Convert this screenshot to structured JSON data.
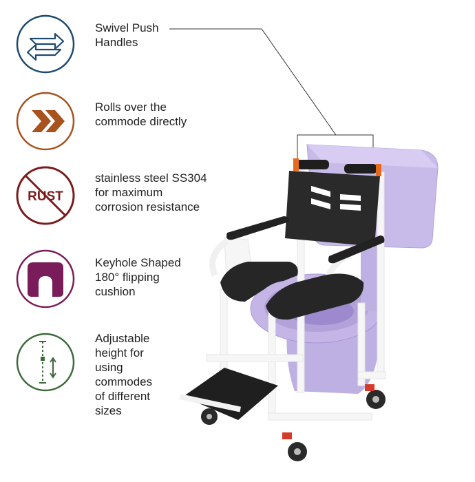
{
  "colors": {
    "swivel": "#1d4a6e",
    "rolls": "#a8521d",
    "rust": "#7a1c1c",
    "cushion": "#7b1c5a",
    "height": "#3d6b3a",
    "chair_body": "#c9bbe9",
    "chair_frame": "#f4f4f4",
    "accent": "#e86a1c"
  },
  "icons": {
    "swivel": "swap-arrows-icon",
    "rolls": "double-chevron-right-icon",
    "rust": "no-rust-icon",
    "cushion": "keyhole-cushion-icon",
    "height": "adjustable-height-icon"
  },
  "rust_icon_label": "RUST",
  "features": [
    {
      "lines": [
        "Swivel Push",
        "Handles"
      ]
    },
    {
      "lines": [
        "Rolls over the",
        "commode directly"
      ]
    },
    {
      "lines": [
        "stainless steel SS304",
        "for maximum",
        "corrosion resistance"
      ]
    },
    {
      "lines": [
        "Keyhole Shaped",
        "180° flipping",
        "cushion"
      ]
    },
    {
      "lines": [
        "Adjustable",
        "height for",
        "using",
        "commodes",
        "of different",
        "sizes"
      ]
    }
  ]
}
